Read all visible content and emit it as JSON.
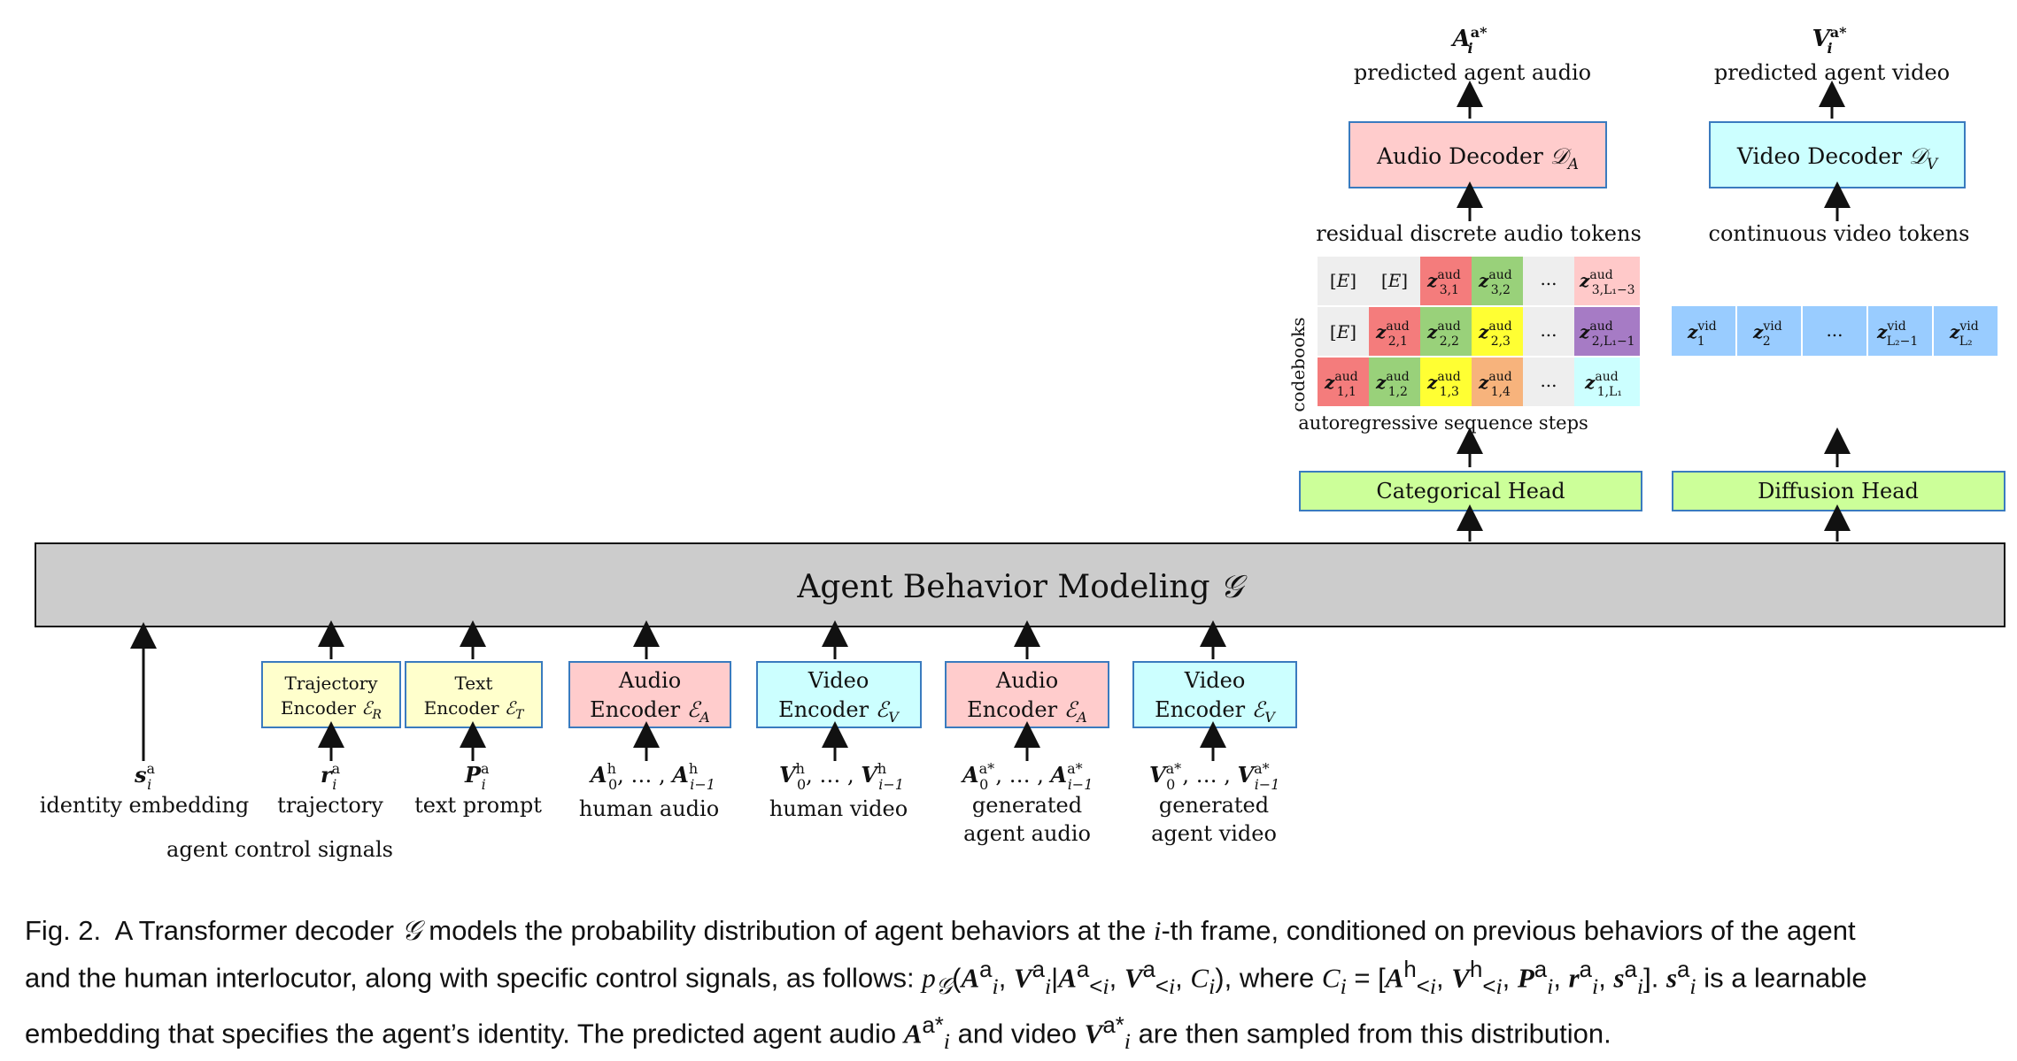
{
  "model": {
    "label": "Agent Behavior Modeling 𝒢"
  },
  "heads": {
    "categorical": "Categorical Head",
    "diffusion": "Diffusion Head"
  },
  "decoders": {
    "audio": "Audio Decoder 𝒟_A",
    "video": "Video Decoder 𝒟_V"
  },
  "outputs": {
    "audio_symbol": "A_i^{a*}",
    "audio_label": "predicted agent audio",
    "video_symbol": "V_i^{a*}",
    "video_label": "predicted agent video"
  },
  "tokens": {
    "audio_title": "residual discrete audio tokens",
    "video_title": "continuous video tokens",
    "codebooks_label": "codebooks",
    "steps_label": "autoregressive sequence steps",
    "audio_grid": [
      [
        "[E]",
        "[E]",
        "z_{3,1}^{aud}",
        "z_{3,2}^{aud}",
        "...",
        "z_{3,L_1−3}^{aud}"
      ],
      [
        "[E]",
        "z_{2,1}^{aud}",
        "z_{2,2}^{aud}",
        "z_{2,3}^{aud}",
        "...",
        "z_{2,L_1−1}^{aud}"
      ],
      [
        "z_{1,1}^{aud}",
        "z_{1,2}^{aud}",
        "z_{1,3}^{aud}",
        "z_{1,4}^{aud}",
        "...",
        "z_{1,L_1}^{aud}"
      ]
    ],
    "video_row": [
      "z_1^{vid}",
      "z_2^{vid}",
      "...",
      "z_{L_2−1}^{vid}",
      "z_{L_2}^{vid}"
    ]
  },
  "encoders": [
    {
      "line1": "Trajectory",
      "line2": "Encoder ℰ_R"
    },
    {
      "line1": "Text",
      "line2": "Encoder ℰ_T"
    },
    {
      "line1": "Audio",
      "line2": "Encoder ℰ_A"
    },
    {
      "line1": "Video",
      "line2": "Encoder ℰ_V"
    },
    {
      "line1": "Audio",
      "line2": "Encoder ℰ_A"
    },
    {
      "line1": "Video",
      "line2": "Encoder ℰ_V"
    }
  ],
  "inputs": [
    {
      "symbol": "s_i^a",
      "line1": "identity embedding",
      "line2": ""
    },
    {
      "symbol": "r_i^a",
      "line1": "trajectory",
      "line2": ""
    },
    {
      "symbol": "P_i^a",
      "line1": "text prompt",
      "line2": ""
    },
    {
      "symbol": "A_0^h, … , A_{i−1}^h",
      "line1": "human audio",
      "line2": ""
    },
    {
      "symbol": "V_0^h, … , V_{i−1}^h",
      "line1": "human video",
      "line2": ""
    },
    {
      "symbol": "A_0^{a*}, … , A_{i−1}^{a*}",
      "line1": "generated",
      "line2": "agent audio"
    },
    {
      "symbol": "V_0^{a*}, … , V_{i−1}^{a*}",
      "line1": "generated",
      "line2": "agent video"
    }
  ],
  "control_signals_label": "agent control signals",
  "caption": {
    "line1": "Fig. 2.  A Transformer decoder 𝒢 models the probability distribution of agent behaviors at the i-th frame, conditioned on previous behaviors of the agent",
    "line2": "and the human interlocutor, along with specific control signals, as follows: p𝒢(A_i^a, V_i^a | A_{<i}^a, V_{<i}^a, C_i), where C_i = [A_{<i}^h, V_{<i}^h, P_i^a, r_i^a, s_i^a]. s_i^a is a learnable",
    "line3": "embedding that specifies the agent’s identity. The predicted agent audio A_i^{a*} and video V_i^{a*} are then sampled from this distribution."
  },
  "colors": {
    "model_fill": "#cccccc",
    "head_fill": "#ccff99",
    "encoder_text_fill": "#ffffcc",
    "audio_fill": "#ffcccc",
    "video_fill": "#ccffff",
    "video_token_fill": "#99ccff",
    "grid_empty": "#eeeeee",
    "red": "#f47c7c",
    "green": "#99d17a",
    "yellow": "#ffff33",
    "orange": "#f7b37c",
    "pink": "#ffc9c9",
    "purple": "#a67bc5",
    "cyan": "#ccffff"
  }
}
